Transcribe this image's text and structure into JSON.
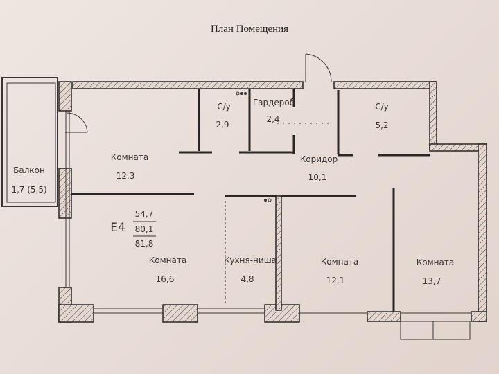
{
  "title": "План Помещения",
  "apartment": {
    "code": "Е4",
    "living_area": "54,7",
    "total_area": "80,1",
    "total_with_balcony": "81,8"
  },
  "rooms": [
    {
      "name": "Балкон",
      "area": "1,7 (5,5)"
    },
    {
      "name": "Комната",
      "area": "12,3"
    },
    {
      "name": "С/у",
      "area": "2,9"
    },
    {
      "name": "Гардероб",
      "area": "2,4"
    },
    {
      "name": "С/у",
      "area": "5,2"
    },
    {
      "name": "Коридор",
      "area": "10,1"
    },
    {
      "name": "Комната",
      "area": "16,6"
    },
    {
      "name": "Кухня-ниша",
      "area": "4,8"
    },
    {
      "name": "Комната",
      "area": "12,1"
    },
    {
      "name": "Комната",
      "area": "13,7"
    }
  ]
}
